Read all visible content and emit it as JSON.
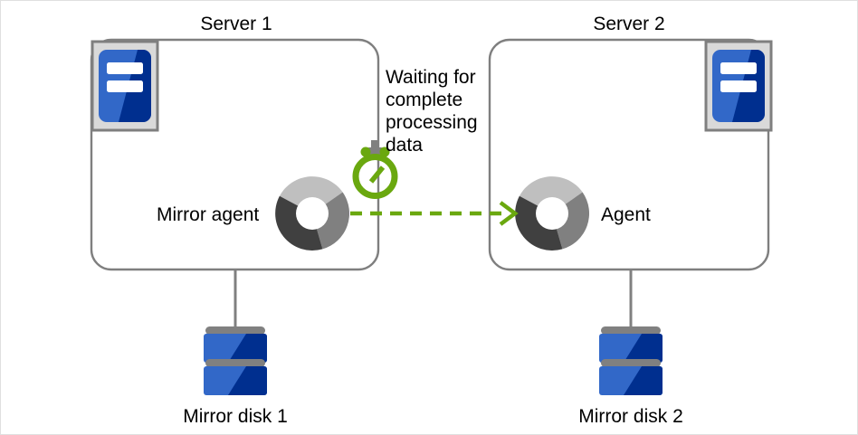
{
  "diagram": {
    "title_server1": "Server 1",
    "title_server2": "Server 2",
    "agent_label_left": "Mirror agent",
    "agent_label_right": "Agent",
    "disk_label_left": "Mirror disk 1",
    "disk_label_right": "Mirror disk 2",
    "waiting_note": "Waiting for complete processing data",
    "waiting_note_lines": [
      "Waiting for",
      "complete",
      "processing",
      "data"
    ],
    "icons": {
      "server_icon": "server-icon",
      "agent_icon": "agent-donut-icon",
      "disk_icon": "mirror-disk-icon",
      "timer_icon": "stopwatch-icon",
      "flow_icon": "dashed-arrow-right-icon"
    },
    "colors": {
      "box_border": "#7f7f7f",
      "server_icon_blue": "#3268c8",
      "server_icon_dark_blue": "#002f8f",
      "server_icon_frame": "#d9d9d9",
      "server_icon_frame_border": "#7f7f7f",
      "disk_blue": "#3268c8",
      "disk_dark_blue": "#002f8f",
      "disk_bar_gray": "#808080",
      "donut_light": "#bfbfbf",
      "donut_medium": "#808080",
      "donut_dark": "#404040",
      "accent_green": "#6aa80f",
      "connector_gray": "#808080",
      "text": "#000000",
      "canvas_border": "#e0e0e0"
    }
  }
}
